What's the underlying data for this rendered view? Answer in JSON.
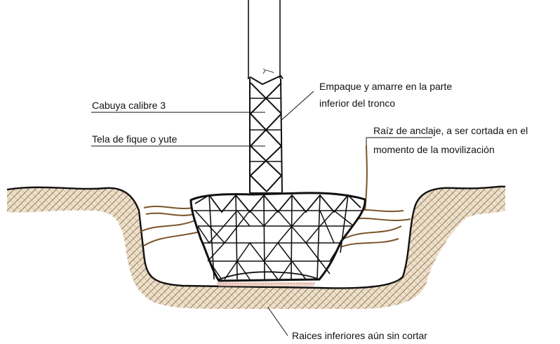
{
  "labels": {
    "packing_line1": "Empaque y amarre en la parte",
    "packing_line2": "inferior del tronco",
    "rope": "Cabuya calibre 3",
    "cloth": "Tela de fique o yute",
    "anchor_line1": "Raíz de anclaje, a ser cortada en el",
    "anchor_line2": "momento de la movilización",
    "lower_roots": "Raices inferiores aún sin cortar"
  },
  "colors": {
    "soil_fill": "#e9dcc6",
    "soil_hatch": "#8a6a45",
    "root": "#7a5528",
    "line": "#111111"
  }
}
